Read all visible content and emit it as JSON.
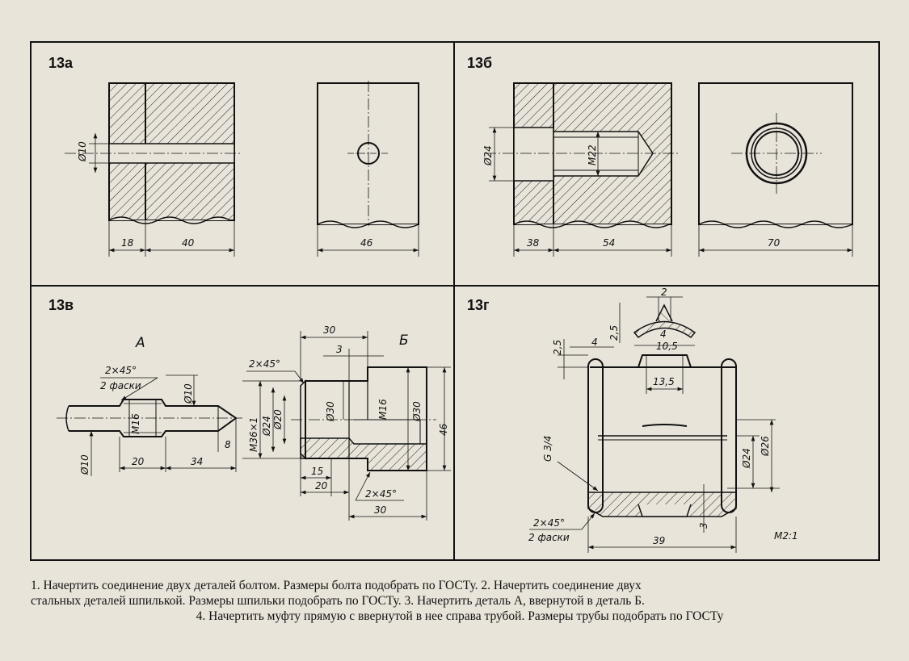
{
  "panels": {
    "a": {
      "label": "13а",
      "dims": {
        "hole": "Ø10",
        "left": "18",
        "mid": "40",
        "right": "46"
      }
    },
    "b": {
      "label": "13б",
      "dims": {
        "bore": "Ø24",
        "thread": "M22",
        "left": "38",
        "mid": "54",
        "right": "70"
      }
    },
    "v": {
      "label": "13в",
      "part_a": {
        "letter": "А",
        "chamfer": "2×45°",
        "chamfer_note": "2 фаски",
        "d10_top": "Ø10",
        "m16": "M16",
        "d10_left": "Ø10",
        "len20": "20",
        "len34": "34",
        "len8": "8"
      },
      "part_b": {
        "letter": "Б",
        "len30_top": "30",
        "len3": "3",
        "chamfer": "2×45°",
        "m36": "M36×1",
        "d24": "Ø24",
        "d20": "Ø20",
        "d30a": "Ø30",
        "m16": "M16",
        "d30b": "Ø30",
        "h46": "46",
        "len15": "15",
        "len20": "20",
        "chamfer2": "2×45°",
        "len30_bot": "30"
      }
    },
    "g": {
      "label": "13г",
      "dims": {
        "d2": "2",
        "d25a": "2,5",
        "d4a": "4",
        "d25b": "2,5",
        "d4b": "4",
        "d105": "10,5",
        "d135": "13,5",
        "thread": "G 3/4",
        "d24": "Ø24",
        "d26": "Ø26",
        "d3": "3",
        "chamfer": "2×45°",
        "chamfer_note": "2 фаски",
        "len39": "39",
        "scale": "M2:1"
      }
    }
  },
  "caption": {
    "line1": "1. Начертить соединение двух деталей болтом. Размеры болта подобрать по ГОСТу. 2. Начертить соединение двух",
    "line2": "стальных деталей шпилькой. Размеры шпильки подобрать по ГОСТу. 3. Начертить деталь А, ввернутой в деталь Б.",
    "line3": "4. Начертить муфту прямую с ввернутой в нее справа трубой. Размеры трубы подобрать по ГОСТу"
  }
}
